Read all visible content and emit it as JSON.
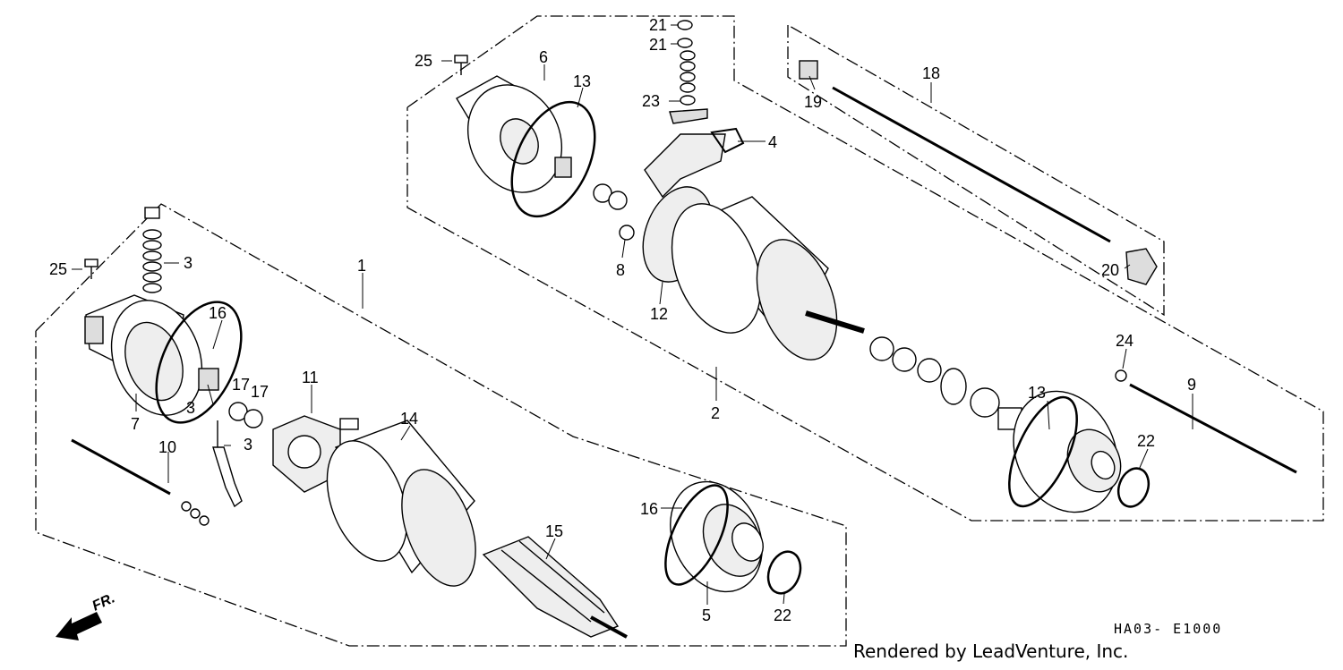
{
  "diagram": {
    "labels": [
      {
        "id": "p1",
        "text": "1"
      },
      {
        "id": "p2",
        "text": "2"
      },
      {
        "id": "p3a",
        "text": "3"
      },
      {
        "id": "p3b",
        "text": "3"
      },
      {
        "id": "p3c",
        "text": "3"
      },
      {
        "id": "p4",
        "text": "4"
      },
      {
        "id": "p5",
        "text": "5"
      },
      {
        "id": "p6",
        "text": "6"
      },
      {
        "id": "p7",
        "text": "7"
      },
      {
        "id": "p8",
        "text": "8"
      },
      {
        "id": "p9",
        "text": "9"
      },
      {
        "id": "p10",
        "text": "10"
      },
      {
        "id": "p11",
        "text": "11"
      },
      {
        "id": "p12",
        "text": "12"
      },
      {
        "id": "p13a",
        "text": "13"
      },
      {
        "id": "p13b",
        "text": "13"
      },
      {
        "id": "p14",
        "text": "14"
      },
      {
        "id": "p15",
        "text": "15"
      },
      {
        "id": "p16a",
        "text": "16"
      },
      {
        "id": "p16b",
        "text": "16"
      },
      {
        "id": "p17a",
        "text": "17"
      },
      {
        "id": "p17b",
        "text": "17"
      },
      {
        "id": "p18",
        "text": "18"
      },
      {
        "id": "p19",
        "text": "19"
      },
      {
        "id": "p20",
        "text": "20"
      },
      {
        "id": "p21a",
        "text": "21"
      },
      {
        "id": "p21b",
        "text": "21"
      },
      {
        "id": "p22a",
        "text": "22"
      },
      {
        "id": "p22b",
        "text": "22"
      },
      {
        "id": "p23",
        "text": "23"
      },
      {
        "id": "p24",
        "text": "24"
      },
      {
        "id": "p25a",
        "text": "25"
      },
      {
        "id": "p25b",
        "text": "25"
      }
    ],
    "direction_label": "FR.",
    "diagram_code": "HA03- E1000",
    "credit": "Rendered by LeadVenture, Inc."
  }
}
